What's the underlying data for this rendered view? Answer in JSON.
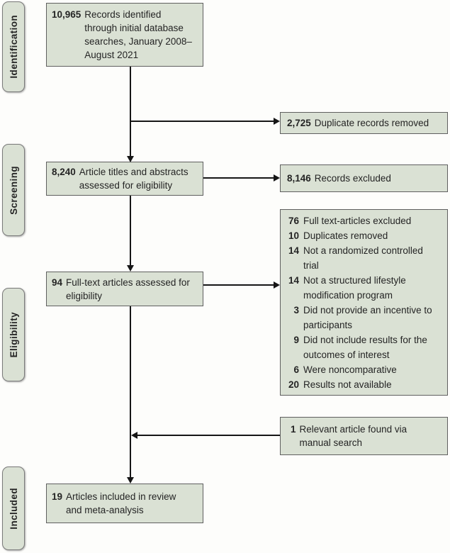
{
  "colors": {
    "box_fill": "#dae1d4",
    "box_border": "#5f5f5f",
    "pill_border": "#7a7a7a",
    "arrow": "#161616",
    "text": "#242424",
    "background": "#fdfdfb"
  },
  "sidebar": {
    "stages": [
      {
        "label": "Identification"
      },
      {
        "label": "Screening"
      },
      {
        "label": "Eligibility"
      },
      {
        "label": "Included"
      }
    ]
  },
  "flow": {
    "records_identified": {
      "number": "10,965",
      "text": "Records identified\nthrough initial database\nsearches, January 2008–\nAugust 2021"
    },
    "duplicates_removed": {
      "number": "2,725",
      "text": "Duplicate records removed"
    },
    "titles_abstracts_assessed": {
      "number": "8,240",
      "text": "Article titles and abstracts\nassessed for eligibility"
    },
    "records_excluded": {
      "number": "8,146",
      "text": "Records excluded"
    },
    "fulltext_assessed": {
      "number": "94",
      "text": "Full-text articles assessed for\neligibility"
    },
    "fulltext_exclusions": [
      {
        "number": "76",
        "text": "Full text-articles excluded"
      },
      {
        "number": "10",
        "text": "Duplicates removed"
      },
      {
        "number": "14",
        "text": "Not a randomized controlled\ntrial"
      },
      {
        "number": "14",
        "text": "Not a structured lifestyle\nmodification program"
      },
      {
        "number": "3",
        "text": "Did not provide an incentive to\nparticipants"
      },
      {
        "number": "9",
        "text": "Did not include results for the\noutcomes of interest"
      },
      {
        "number": "6",
        "text": "Were noncomparative"
      },
      {
        "number": "20",
        "text": "Results not available"
      }
    ],
    "manual_search": {
      "number": "1",
      "text": "Relevant article found via\nmanual search"
    },
    "included_articles": {
      "number": "19",
      "text": "Articles included in review\nand meta-analysis"
    }
  }
}
